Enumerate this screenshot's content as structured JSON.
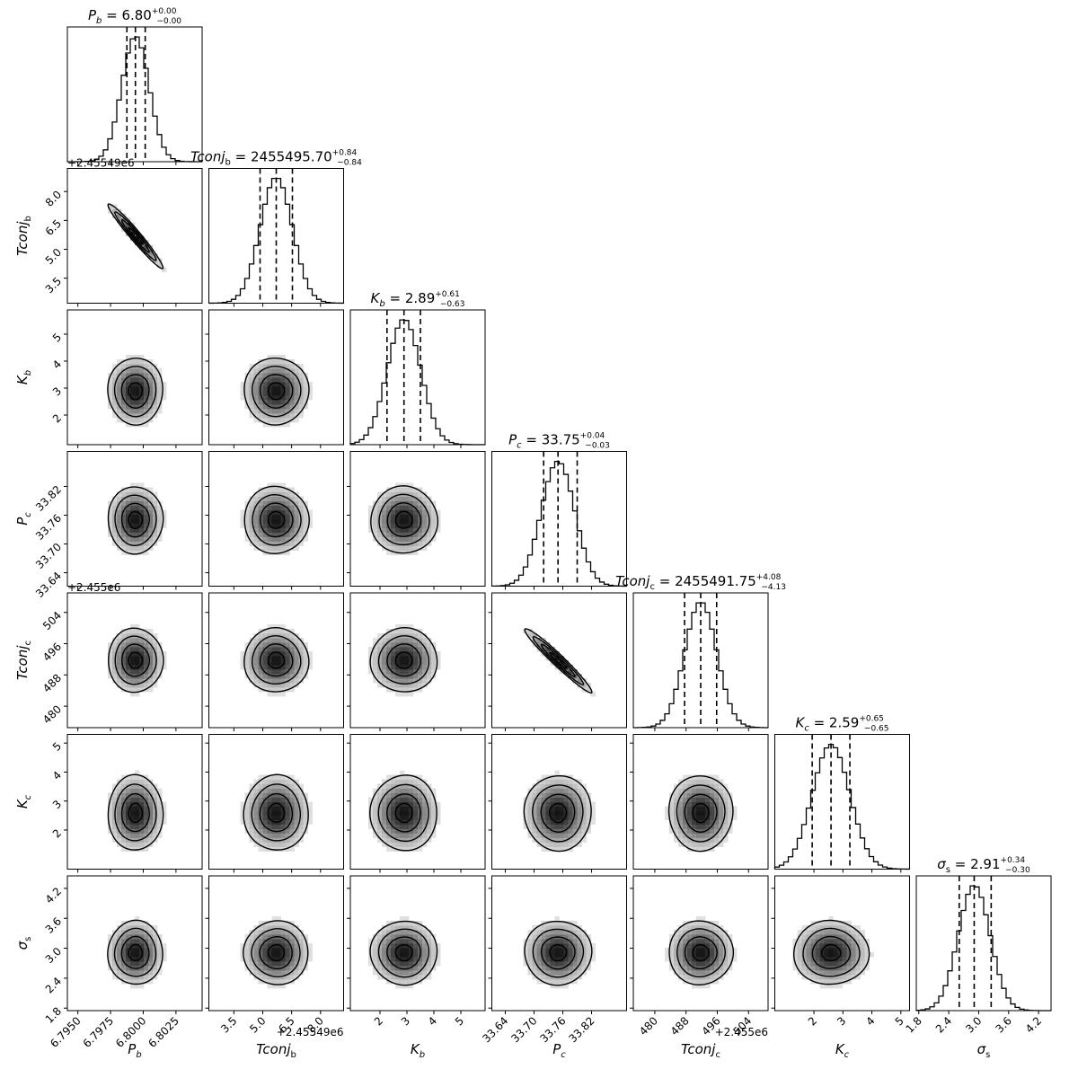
{
  "chart_data": {
    "type": "corner",
    "parameters": [
      {
        "key": "Pb",
        "label": {
          "base": "P",
          "sub": "b",
          "italic_base": true,
          "italic_sub": true
        },
        "range": [
          6.7942,
          6.8045
        ],
        "median": 6.7994,
        "q16": 6.79875,
        "q84": 6.80015,
        "sigma": 0.00105,
        "ticks": [
          6.795,
          6.7975,
          6.8,
          6.8025
        ],
        "tick_labels": [
          "6.7950",
          "6.7975",
          "6.8000",
          "6.8025"
        ],
        "offset_text": "",
        "title": {
          "base": "P",
          "sub": "b",
          "italic_base": true,
          "italic_sub": true,
          "text": " = 6.80",
          "sup": "+0.00",
          "subq": "−0.00"
        }
      },
      {
        "key": "Tconjb",
        "label": {
          "base": "Tconj",
          "sub": "b",
          "italic_base": true,
          "italic_sub": false
        },
        "range": [
          2.2,
          9.2
        ],
        "median": 5.7,
        "q16": 4.86,
        "q84": 6.54,
        "sigma": 0.84,
        "ticks": [
          3.5,
          5.0,
          6.5,
          8.0
        ],
        "tick_labels": [
          "3.5",
          "5.0",
          "6.5",
          "8.0"
        ],
        "offset_text": "+2.45549e6",
        "title": {
          "base": "Tconj",
          "sub": "b",
          "italic_base": true,
          "italic_sub": false,
          "text": " = 2455495.70",
          "sup": "+0.84",
          "subq": "−0.84"
        }
      },
      {
        "key": "Kb",
        "label": {
          "base": "K",
          "sub": "b",
          "italic_base": true,
          "italic_sub": true
        },
        "range": [
          0.9,
          5.9
        ],
        "median": 2.89,
        "q16": 2.26,
        "q84": 3.5,
        "sigma": 0.62,
        "ticks": [
          2,
          3,
          4,
          5
        ],
        "tick_labels": [
          "2",
          "3",
          "4",
          "5"
        ],
        "offset_text": "",
        "title": {
          "base": "K",
          "sub": "b",
          "italic_base": true,
          "italic_sub": true,
          "text": " = 2.89",
          "sup": "+0.61",
          "subq": "−0.63"
        }
      },
      {
        "key": "Pc",
        "label": {
          "base": "P",
          "sub": "c",
          "italic_base": true,
          "italic_sub": true
        },
        "range": [
          33.612,
          33.893
        ],
        "median": 33.75,
        "q16": 33.72,
        "q84": 33.79,
        "sigma": 0.035,
        "ticks": [
          33.64,
          33.7,
          33.76,
          33.82
        ],
        "tick_labels": [
          "33.64",
          "33.70",
          "33.76",
          "33.82"
        ],
        "offset_text": "",
        "title": {
          "base": "P",
          "sub": "c",
          "italic_base": true,
          "italic_sub": true,
          "text": " = 33.75",
          "sup": "+0.04",
          "subq": "−0.03"
        }
      },
      {
        "key": "Tconjc",
        "label": {
          "base": "Tconj",
          "sub": "c",
          "italic_base": true,
          "italic_sub": false
        },
        "range": [
          474.5,
          509.0
        ],
        "median": 491.75,
        "q16": 487.62,
        "q84": 495.83,
        "sigma": 4.1,
        "ticks": [
          480,
          488,
          496,
          504
        ],
        "tick_labels": [
          "480",
          "488",
          "496",
          "504"
        ],
        "offset_text": "+2.455e6",
        "title": {
          "base": "Tconj",
          "sub": "c",
          "italic_base": true,
          "italic_sub": false,
          "text": " = 2455491.75",
          "sup": "+4.08",
          "subq": "−4.13"
        }
      },
      {
        "key": "Kc",
        "label": {
          "base": "K",
          "sub": "c",
          "italic_base": true,
          "italic_sub": true
        },
        "range": [
          0.65,
          5.3
        ],
        "median": 2.59,
        "q16": 1.94,
        "q84": 3.24,
        "sigma": 0.65,
        "ticks": [
          2,
          3,
          4,
          5
        ],
        "tick_labels": [
          "2",
          "3",
          "4",
          "5"
        ],
        "offset_text": "",
        "title": {
          "base": "K",
          "sub": "c",
          "italic_base": true,
          "italic_sub": true,
          "text": " = 2.59",
          "sup": "+0.65",
          "subq": "−0.65"
        }
      },
      {
        "key": "sigmas",
        "label": {
          "base": "σ",
          "sub": "s",
          "italic_base": true,
          "italic_sub": false
        },
        "range": [
          1.75,
          4.45
        ],
        "median": 2.91,
        "q16": 2.61,
        "q84": 3.25,
        "sigma": 0.32,
        "ticks": [
          1.8,
          2.4,
          3.0,
          3.6,
          4.2
        ],
        "tick_labels": [
          "1.8",
          "2.4",
          "3.0",
          "3.6",
          "4.2"
        ],
        "offset_text": "",
        "title": {
          "base": "σ",
          "sub": "s",
          "italic_base": true,
          "italic_sub": false,
          "text": " = 2.91",
          "sup": "+0.34",
          "subq": "−0.30"
        }
      }
    ],
    "correlations": [
      {
        "i": 1,
        "j": 0,
        "rho": -0.97
      },
      {
        "i": 4,
        "j": 3,
        "rho": -0.97
      }
    ],
    "contour_levels_sigma": [
      0.5,
      1.0,
      1.5,
      2.0
    ],
    "histogram_bins": 30,
    "quantile_lines": [
      "q16",
      "median",
      "q84"
    ],
    "grid": false
  }
}
